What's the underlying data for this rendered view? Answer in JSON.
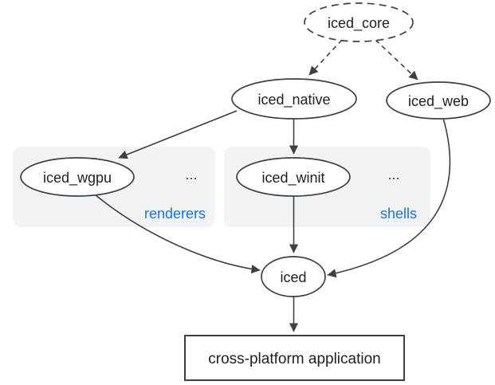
{
  "colors": {
    "background": "#ffffff",
    "node_fill": "#ffffff",
    "stroke": "#3c4043",
    "text": "#202124",
    "group_fill": "#f1f3f5",
    "group_label_blue": "#1a73e8"
  },
  "nodes": {
    "iced_core": {
      "label": "iced_core",
      "shape": "dashed-ellipse"
    },
    "iced_native": {
      "label": "iced_native",
      "shape": "ellipse"
    },
    "iced_web": {
      "label": "iced_web",
      "shape": "ellipse"
    },
    "iced_wgpu": {
      "label": "iced_wgpu",
      "shape": "ellipse"
    },
    "iced_winit": {
      "label": "iced_winit",
      "shape": "ellipse"
    },
    "iced": {
      "label": "iced",
      "shape": "ellipse"
    },
    "application": {
      "label": "cross-platform application",
      "shape": "rectangle"
    }
  },
  "groups": {
    "renderers": {
      "label": "renderers",
      "ellipsis": "...",
      "members": [
        "iced_wgpu"
      ]
    },
    "shells": {
      "label": "shells",
      "ellipsis": "...",
      "members": [
        "iced_winit"
      ]
    }
  },
  "edges": [
    {
      "from": "iced_core",
      "to": "iced_native",
      "style": "dashed"
    },
    {
      "from": "iced_core",
      "to": "iced_web",
      "style": "dashed"
    },
    {
      "from": "iced_native",
      "to": "iced_wgpu",
      "style": "solid"
    },
    {
      "from": "iced_native",
      "to": "iced_winit",
      "style": "solid"
    },
    {
      "from": "iced_wgpu",
      "to": "iced",
      "style": "solid"
    },
    {
      "from": "iced_winit",
      "to": "iced",
      "style": "solid"
    },
    {
      "from": "iced_web",
      "to": "iced",
      "style": "solid"
    },
    {
      "from": "iced",
      "to": "application",
      "style": "solid"
    }
  ]
}
